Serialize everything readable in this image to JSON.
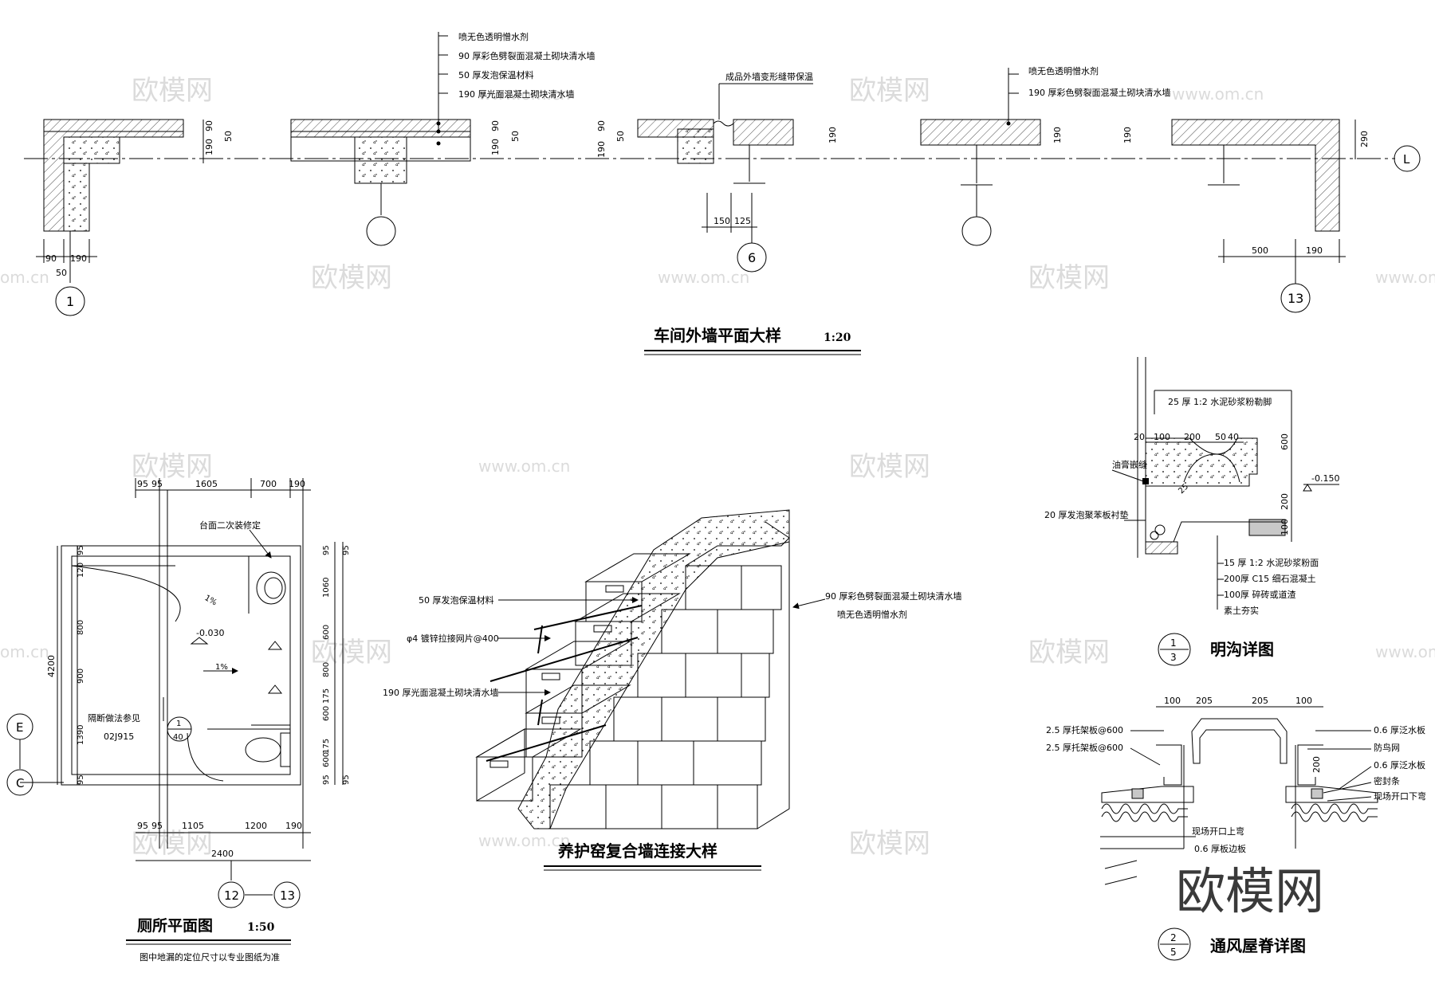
{
  "watermark": {
    "brand": "欧模网",
    "url": "www.om.cn",
    "url_short": "om.cn"
  },
  "wall_plan": {
    "title": "车间外墙平面大样",
    "scale": "1:20",
    "callout_a": [
      "喷无色透明憎水剂",
      "90 厚彩色劈裂面混凝土砌块清水墙",
      "50 厚发泡保温材料",
      "190 厚光面混凝土砌块清水墙"
    ],
    "callout_b": "成品外墙变形缝带保温",
    "callout_c": [
      "喷无色透明憎水剂",
      "190 厚彩色劈裂面混凝土砌块清水墙"
    ],
    "dims": {
      "d90": "90",
      "d190": "190",
      "d50": "50",
      "d150": "150",
      "d125": "125",
      "d500": "500",
      "d290": "290"
    },
    "axes": {
      "a1": "1",
      "a6": "6",
      "a13": "13",
      "aL": "L"
    }
  },
  "toilet": {
    "title": "厕所平面图",
    "scale": "1:50",
    "note": "图中地漏的定位尺寸以专业图纸为准",
    "labels": {
      "counter": "台面二次装修定",
      "level": "-0.030",
      "slope1": "1%",
      "slope2": "1%",
      "partition": "隔断做法参见",
      "atlas": "02J915",
      "ref_top": "1",
      "ref_bottom": "40"
    },
    "top_dims": [
      "95",
      "95",
      "1605",
      "700",
      "190"
    ],
    "bottom_dims": [
      "95",
      "95",
      "1105",
      "1200",
      "190"
    ],
    "total_bottom": "2400",
    "left_dims": [
      "95",
      "120",
      "800",
      "900",
      "1390",
      "95"
    ],
    "left_total": "4200",
    "right_dims": [
      "95",
      "95",
      "1060",
      "600",
      "800",
      "175",
      "600",
      "175",
      "600",
      "95",
      "95"
    ],
    "axes": {
      "E": "E",
      "C": "C",
      "a12": "12",
      "a13": "13"
    }
  },
  "iso": {
    "title": "养护窑复合墙连接大样",
    "left_labels": [
      "50 厚发泡保温材料",
      "φ4 镀锌拉接网片@400",
      "190 厚光面混凝土砌块清水墙"
    ],
    "right_labels": [
      "90 厚彩色劈裂面混凝土砌块清水墙",
      "喷无色透明憎水剂"
    ]
  },
  "ditch": {
    "title": "明沟详图",
    "ref_top": "1",
    "ref_bottom": "3",
    "labels": [
      "25 厚 1:2 水泥砂浆粉勒脚",
      "油膏嵌缝",
      "20 厚发泡聚苯板衬垫",
      "15 厚 1:2 水泥砂浆粉面",
      "200厚 C15 细石混凝土",
      "100厚 碎砖或道渣",
      "素土夯实"
    ],
    "dims_top": [
      "20",
      "100",
      "200",
      "50",
      "40"
    ],
    "dims_right": [
      "600",
      "200",
      "100"
    ],
    "level": "-0.150",
    "radius": "25"
  },
  "ridge": {
    "title": "通风屋脊详图",
    "ref_top": "2",
    "ref_bottom": "5",
    "top_dims": [
      "100",
      "205",
      "205",
      "100"
    ],
    "side_dim": "200",
    "left_labels": [
      "2.5 厚托架板@600",
      "2.5 厚托架板@600"
    ],
    "right_labels": [
      "0.6 厚泛水板",
      "防鸟网",
      "0.6 厚泛水板",
      "密封条",
      "现场开口下弯"
    ],
    "inner_labels": [
      "现场开口上弯",
      "0.6 厚板边板"
    ]
  }
}
